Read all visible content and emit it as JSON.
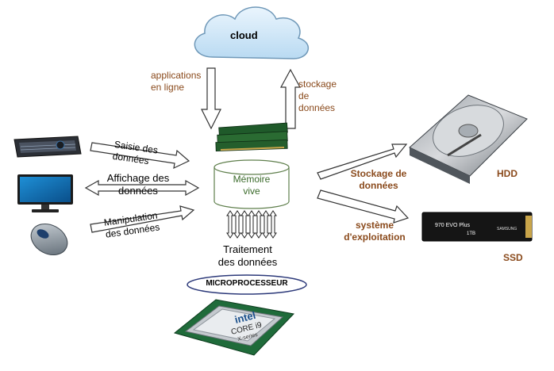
{
  "cloud": {
    "label": "cloud"
  },
  "cloud_links": {
    "down_label_line1": "applications",
    "down_label_line2": "en ligne",
    "up_label_line1": "stockage",
    "up_label_line2": "de",
    "up_label_line3": "données"
  },
  "memory": {
    "line1": "Mémoire",
    "line2": "vive"
  },
  "io_links": {
    "input_line1": "Saisie des",
    "input_line2": "données",
    "display_line1": "Affichage des",
    "display_line2": "données",
    "manip_line1": "Manipulation",
    "manip_line2": "des données"
  },
  "storage_links": {
    "hdd_link_line1": "Stockage de",
    "hdd_link_line2": "données",
    "ssd_link_line1": "système",
    "ssd_link_line2": "d'exploitation"
  },
  "devices": {
    "hdd": "HDD",
    "ssd": "SSD"
  },
  "processing": {
    "line1": "Traitement",
    "line2": "des données"
  },
  "cpu": {
    "label": "MICROPROCESSEUR",
    "brand": "intel",
    "model_line1": "CORE i9",
    "model_line2": "X-series"
  },
  "ssd_brand": "SAMSUNG",
  "ssd_model": "970 EVO Plus",
  "ssd_capacity": "1TB",
  "colors": {
    "brown": "#8a4a1c",
    "cloud": "#cfe6f7",
    "memory_text": "#3a6a2a"
  }
}
